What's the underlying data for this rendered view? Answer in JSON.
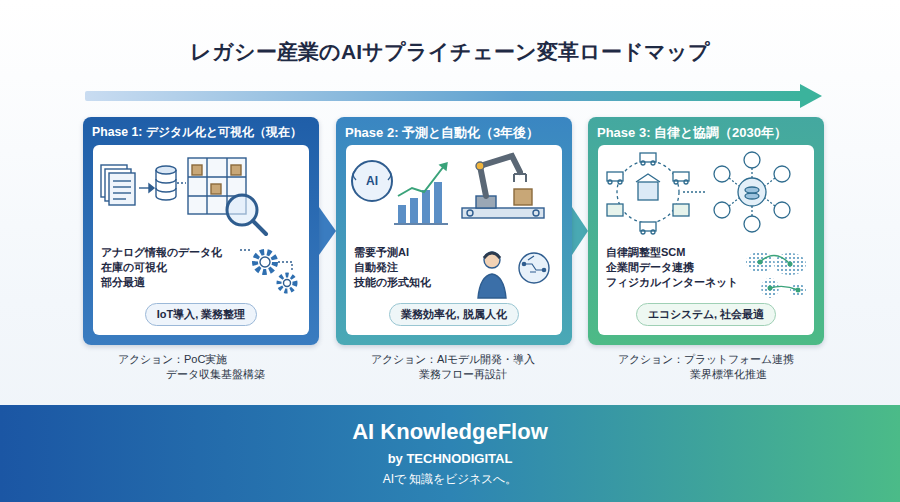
{
  "diagram": {
    "title": "レガシー産業のAIサプライチェーン変革ロードマップ",
    "nodes": [
      {
        "text": [
          "Phase 1: デジタル化と可視化（現在）"
        ]
      },
      {
        "text": [
          "アナログ情報のデータ化",
          "在庫の可視化",
          "部分最適"
        ],
        "in": 0
      },
      {
        "text": [
          "IoT導入, 業務整理"
        ],
        "in": 1
      },
      {
        "text": [
          "Phase 2: 予測と自動化（3年後）"
        ]
      },
      {
        "text": [
          "需要予測AI",
          "自動発注",
          "技能の形式知化"
        ],
        "in": 3
      },
      {
        "text": [
          "業務効率化, 脱属人化"
        ],
        "in": 4
      },
      {
        "text": [
          "Phase 3: 自律と協調（2030年）"
        ]
      },
      {
        "text": [
          "自律調整型SCM",
          "企業間データ連携",
          "フィジカルインターネット"
        ],
        "in": 6
      },
      {
        "text": [
          "エコシステム, 社会最適"
        ],
        "in": 7
      },
      {
        "text": [
          "AI KnowledgeFlow",
          "by TECHNODIGITAL",
          "AIで 知識をビジネスへ。"
        ]
      }
    ],
    "edges": [
      {
        "from": 0,
        "to": 3,
        "arrow": "to"
      },
      {
        "from": 3,
        "to": 6,
        "arrow": "to"
      }
    ],
    "labels": [
      "AI",
      "アクション：PoC実施",
      "データ収集基盤構築",
      "アクション：AIモデル開発・導入",
      "業務フロー再設計",
      "アクション：プラットフォーム連携",
      "業界標準化推進"
    ]
  }
}
